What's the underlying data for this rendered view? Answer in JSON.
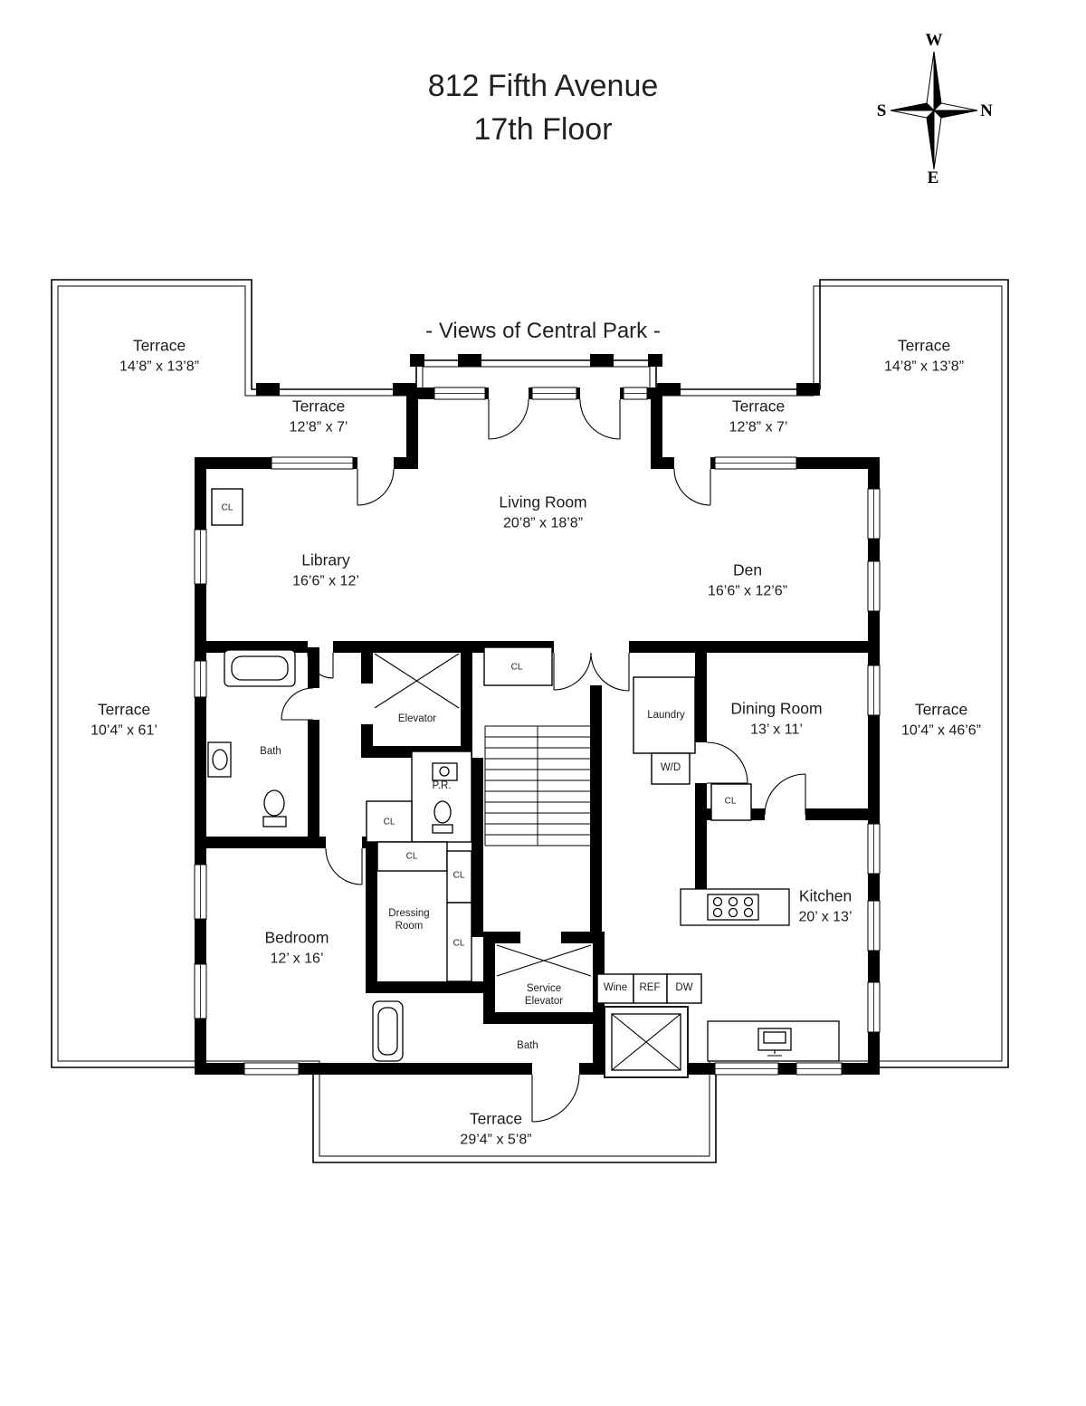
{
  "title": {
    "line1": "812 Fifth Avenue",
    "line2": "17th Floor"
  },
  "compass": {
    "west": "W",
    "north": "N",
    "south": "S",
    "east": "E"
  },
  "banner": "- Views of Central Park -",
  "rooms": {
    "living": {
      "name": "Living Room",
      "dims": "20’8” x 18’8”"
    },
    "library": {
      "name": "Library",
      "dims": "16’6” x 12’"
    },
    "den": {
      "name": "Den",
      "dims": "16’6” x 12’6”"
    },
    "dining": {
      "name": "Dining Room",
      "dims": "13’ x 11’"
    },
    "kitchen": {
      "name": "Kitchen",
      "dims": "20’ x 13’"
    },
    "bedroom": {
      "name": "Bedroom",
      "dims": "12’ x 16’"
    },
    "terrace_top_left": {
      "name": "Terrace",
      "dims": "14’8” x 13’8”"
    },
    "terrace_top_right": {
      "name": "Terrace",
      "dims": "14’8” x 13’8”"
    },
    "terrace_center_left": {
      "name": "Terrace",
      "dims": "12’8” x 7’"
    },
    "terrace_center_right": {
      "name": "Terrace",
      "dims": "12’8” x 7’"
    },
    "terrace_left": {
      "name": "Terrace",
      "dims": "10’4” x 61’"
    },
    "terrace_right": {
      "name": "Terrace",
      "dims": "10’4” x 46’6”"
    },
    "terrace_bottom": {
      "name": "Terrace",
      "dims": "29’4” x 5’8”"
    }
  },
  "small_labels": {
    "bath": "Bath",
    "laundry": "Laundry",
    "powder_room": "P.R.",
    "elevator": "Elevator",
    "service_elevator_line1": "Service",
    "service_elevator_line2": "Elevator",
    "dressing_room_line1": "Dressing",
    "dressing_room_line2": "Room",
    "washer_dryer": "W/D",
    "wine": "Wine",
    "refrigerator": "REF",
    "dishwasher": "DW",
    "closet": "CL"
  }
}
